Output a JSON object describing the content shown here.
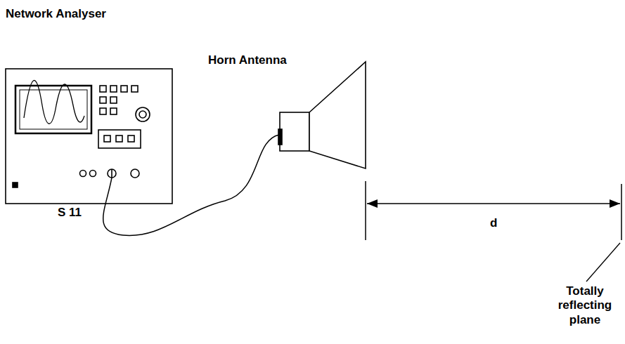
{
  "diagram": {
    "labels": [
      "Network Analyser",
      "Horn Antenna",
      "S 11",
      "d",
      "Totally reflecting plane"
    ]
  }
}
